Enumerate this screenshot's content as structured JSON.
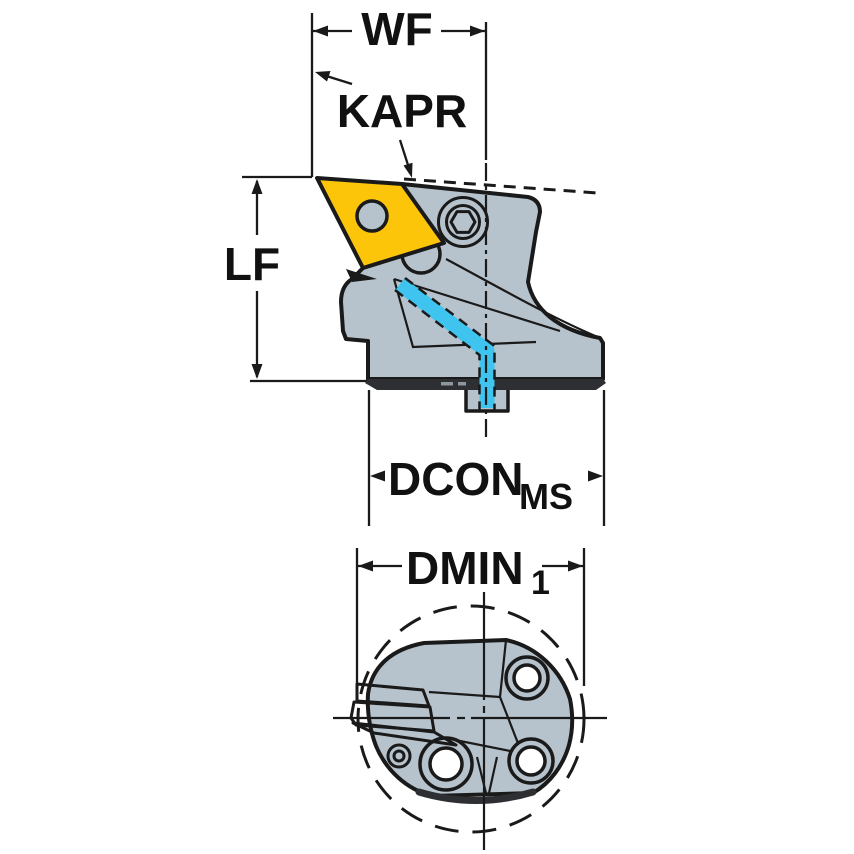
{
  "colors": {
    "body": "#b7c3cc",
    "insert": "#fdc50a",
    "insert_shade": "#e8ab00",
    "coolant": "#3ec4ee",
    "outline": "#1a1a1a",
    "dark_band": "#2d2f32",
    "hole_inner": "#ffffff",
    "background": "#ffffff"
  },
  "side_view": {
    "labels": {
      "wf": "WF",
      "kapr": "KAPR",
      "lf": "LF",
      "dcon": "DCON",
      "dcon_sub": "MS"
    }
  },
  "end_view": {
    "labels": {
      "dmin": "DMIN",
      "dmin_sub": "1"
    }
  }
}
